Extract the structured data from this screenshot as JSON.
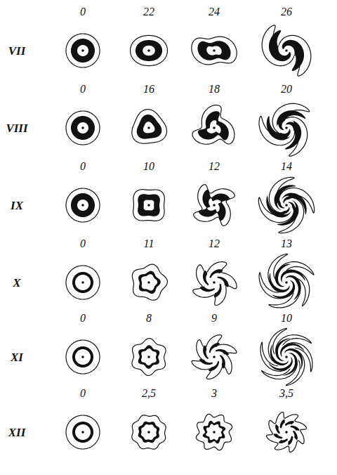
{
  "diagram": {
    "labels": [
      "0",
      "22",
      "24",
      "26",
      "VII",
      "0",
      "16",
      "18",
      "20",
      "VIII",
      "0",
      "10",
      "12",
      "14",
      "IX",
      "0",
      "11",
      "12",
      "13",
      "X",
      "0",
      "8",
      "9",
      "10",
      "XI",
      "0",
      "2,5",
      "3",
      "3,5",
      "XII"
    ]
  }
}
